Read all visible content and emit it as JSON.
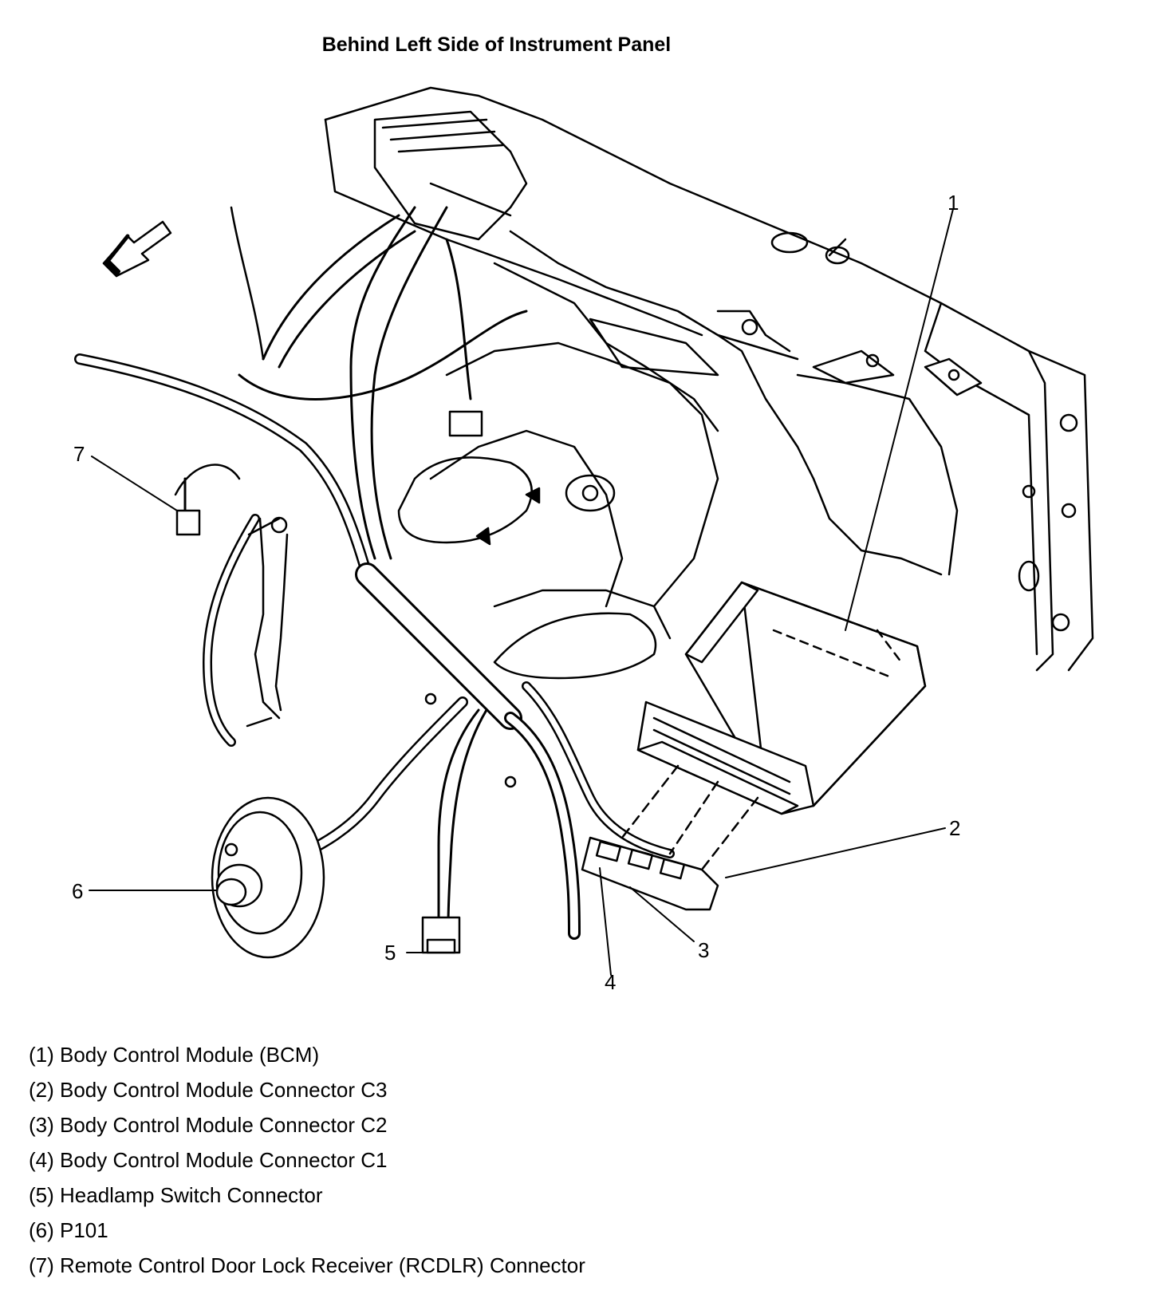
{
  "title": "Behind Left Side of Instrument Panel",
  "callouts": [
    "1",
    "2",
    "3",
    "4",
    "5",
    "6",
    "7"
  ],
  "legend": [
    "(1) Body Control Module (BCM)",
    "(2) Body Control Module Connector C3",
    "(3) Body Control Module Connector C2",
    "(4) Body Control Module Connector C1",
    "(5) Headlamp Switch Connector",
    "(6) P101",
    "(7) Remote Control Door Lock Receiver (RCDLR) Connector"
  ]
}
